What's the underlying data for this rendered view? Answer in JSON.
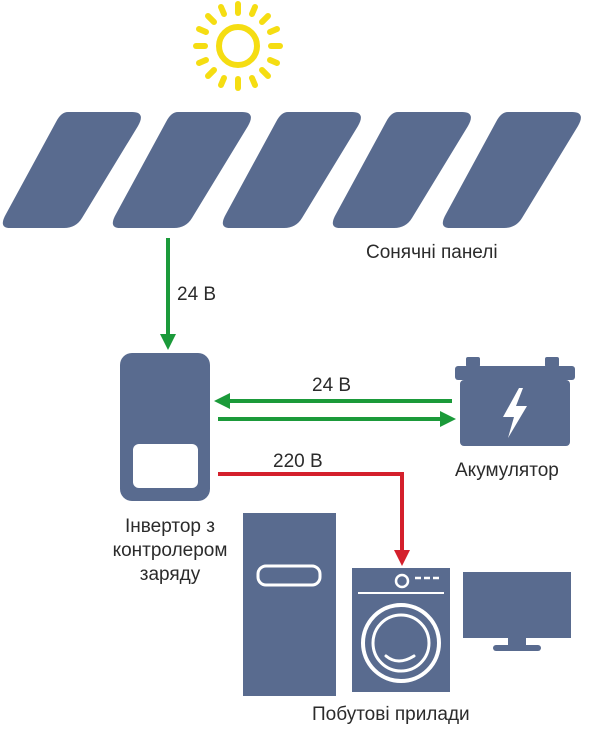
{
  "colors": {
    "device": "#596b8f",
    "sun": "#f5dd12",
    "dc_line": "#1b9a3a",
    "ac_line": "#d4202c",
    "text": "#2b2b2b"
  },
  "labels": {
    "solar_panels": "Сонячні панелі",
    "panel_to_inverter_voltage": "24 В",
    "battery_link_voltage": "24 В",
    "ac_output_voltage": "220 В",
    "battery": "Акумулятор",
    "inverter_line1": "Інвертор з",
    "inverter_line2": "контролером",
    "inverter_line3": "заряду",
    "appliances": "Побутові прилади"
  },
  "icons": [
    "sun-icon",
    "solar-panel-icon",
    "inverter-icon",
    "battery-icon",
    "lightning-icon",
    "refrigerator-icon",
    "washing-machine-icon",
    "tv-monitor-icon"
  ]
}
